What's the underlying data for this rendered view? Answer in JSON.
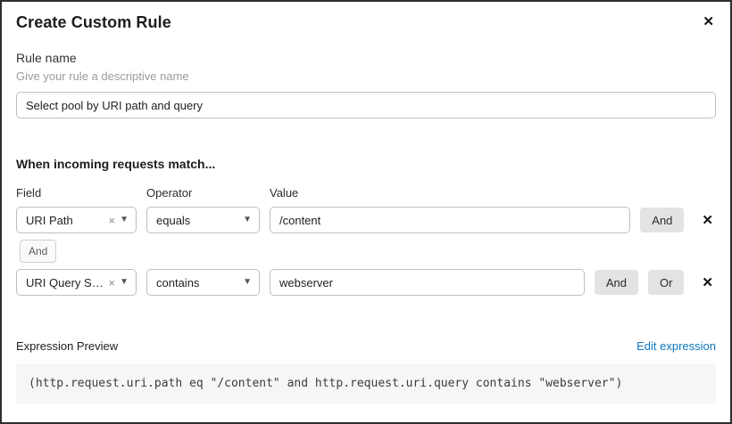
{
  "dialog": {
    "title": "Create Custom Rule"
  },
  "icons": {
    "close": "✕",
    "clear": "×",
    "caret": "▼",
    "delete": "✕"
  },
  "rule_name": {
    "label": "Rule name",
    "hint": "Give your rule a descriptive name",
    "value": "Select pool by URI path and query"
  },
  "match_section": {
    "heading": "When incoming requests match...",
    "columns": {
      "field": "Field",
      "operator": "Operator",
      "value": "Value"
    },
    "rows": [
      {
        "field": "URI Path",
        "operator": "equals",
        "value": "/content",
        "and_label": "And"
      },
      {
        "field": "URI Query St...",
        "operator": "contains",
        "value": "webserver",
        "and_label": "And",
        "or_label": "Or"
      }
    ],
    "connector": "And"
  },
  "expression": {
    "label": "Expression Preview",
    "edit_link": "Edit expression",
    "code": "(http.request.uri.path eq \"/content\" and http.request.uri.query contains \"webserver\")"
  },
  "colors": {
    "link_blue": "#0e76bd",
    "button_gray": "#e3e3e3",
    "code_bg": "#f6f6f6"
  }
}
